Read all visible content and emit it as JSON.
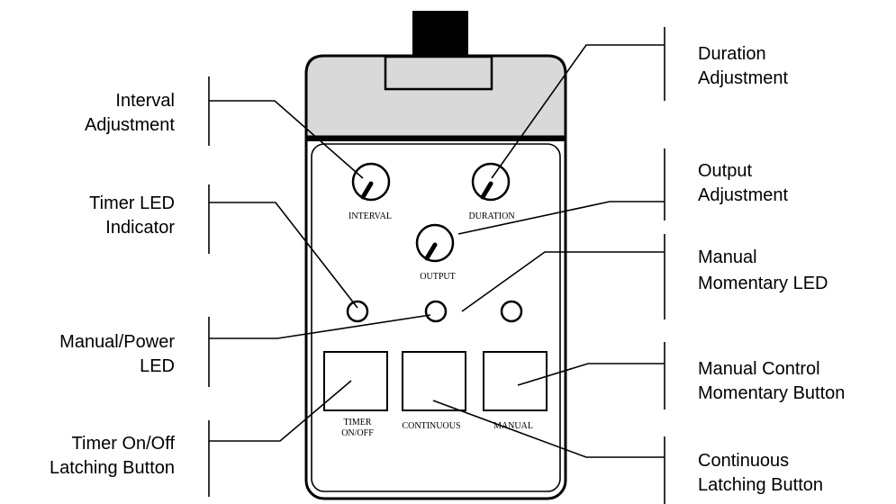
{
  "callouts": {
    "interval": [
      "Interval",
      "Adjustment"
    ],
    "timer_led": [
      "Timer LED",
      "Indicator"
    ],
    "manual_power_led": [
      "Manual/Power",
      "LED"
    ],
    "timer_button": [
      "Timer On/Off",
      "Latching Button"
    ],
    "duration": [
      "Duration",
      "Adjustment"
    ],
    "output": [
      "Output",
      "Adjustment"
    ],
    "manual_momentary_led": [
      "Manual",
      "Momentary LED"
    ],
    "manual_control_button": [
      "Manual Control",
      "Momentary Button"
    ],
    "continuous_button": [
      "Continuous",
      "Latching Button"
    ]
  },
  "panel_labels": {
    "interval": "INTERVAL",
    "duration": "DURATION",
    "output": "OUTPUT",
    "timer_line1": "TIMER",
    "timer_line2": "ON/OFF",
    "continuous": "CONTINUOUS",
    "manual": "MANUAL"
  },
  "colors": {
    "outline": "#000000",
    "cap_fill": "#d9d9d9",
    "body_fill": "#ffffff"
  }
}
